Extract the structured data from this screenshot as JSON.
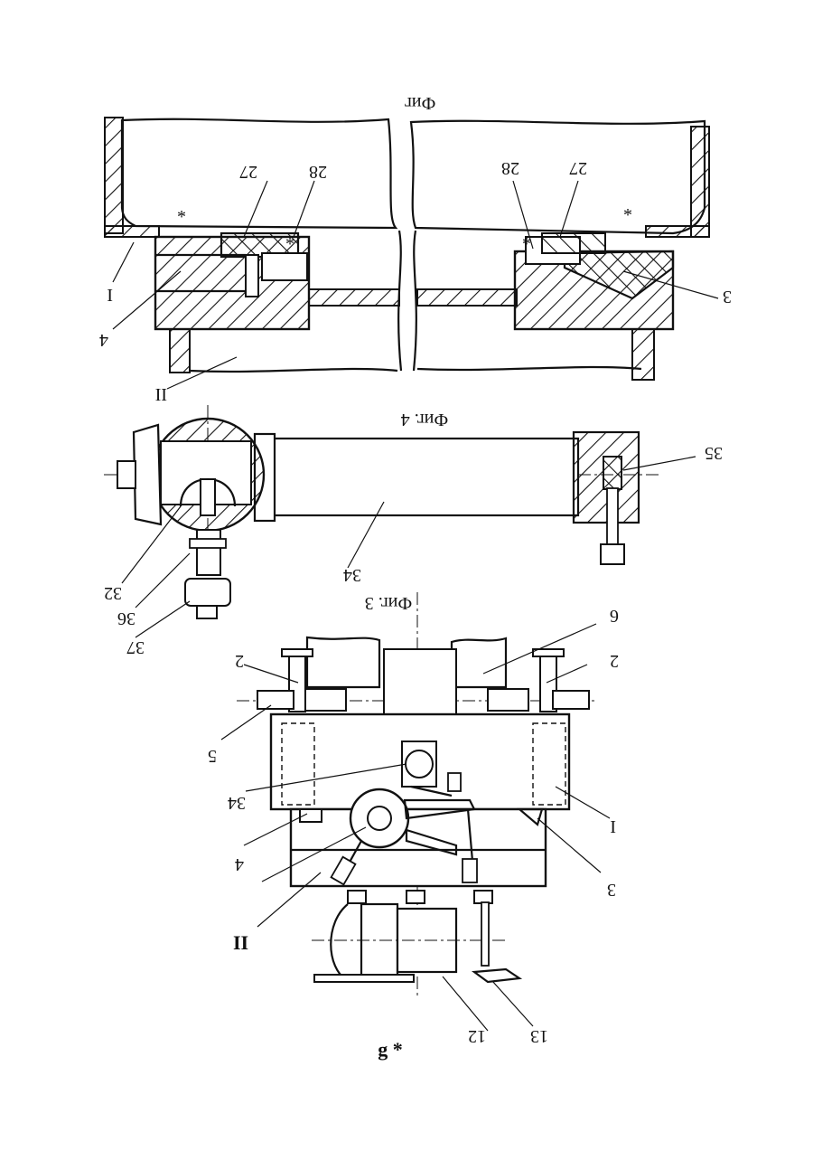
{
  "figure_top": {
    "caption": "Фиг",
    "labels": {
      "l27_left": "27",
      "l28_left": "28",
      "l28_right": "28",
      "l27_right": "27",
      "lI": "I",
      "l4": "4",
      "l3": "3",
      "lII": "II",
      "star_tl": "*",
      "star_tr": "*",
      "star_ml": "*",
      "star_mr": "*"
    }
  },
  "figure_middle": {
    "caption": "Фиг. 4",
    "labels": {
      "l35": "35",
      "l34": "34",
      "l32": "32",
      "l36": "36",
      "l37": "37"
    }
  },
  "figure_bottom": {
    "caption": "Фиг. 3",
    "labels": {
      "l6": "6",
      "l2_left": "2",
      "l2_right": "2",
      "l5": "5",
      "l34": "34",
      "lI": "I",
      "l4": "4",
      "l3": "3",
      "lII": "II",
      "l12": "12",
      "l13": "13"
    }
  },
  "footer": {
    "text": "g *"
  }
}
